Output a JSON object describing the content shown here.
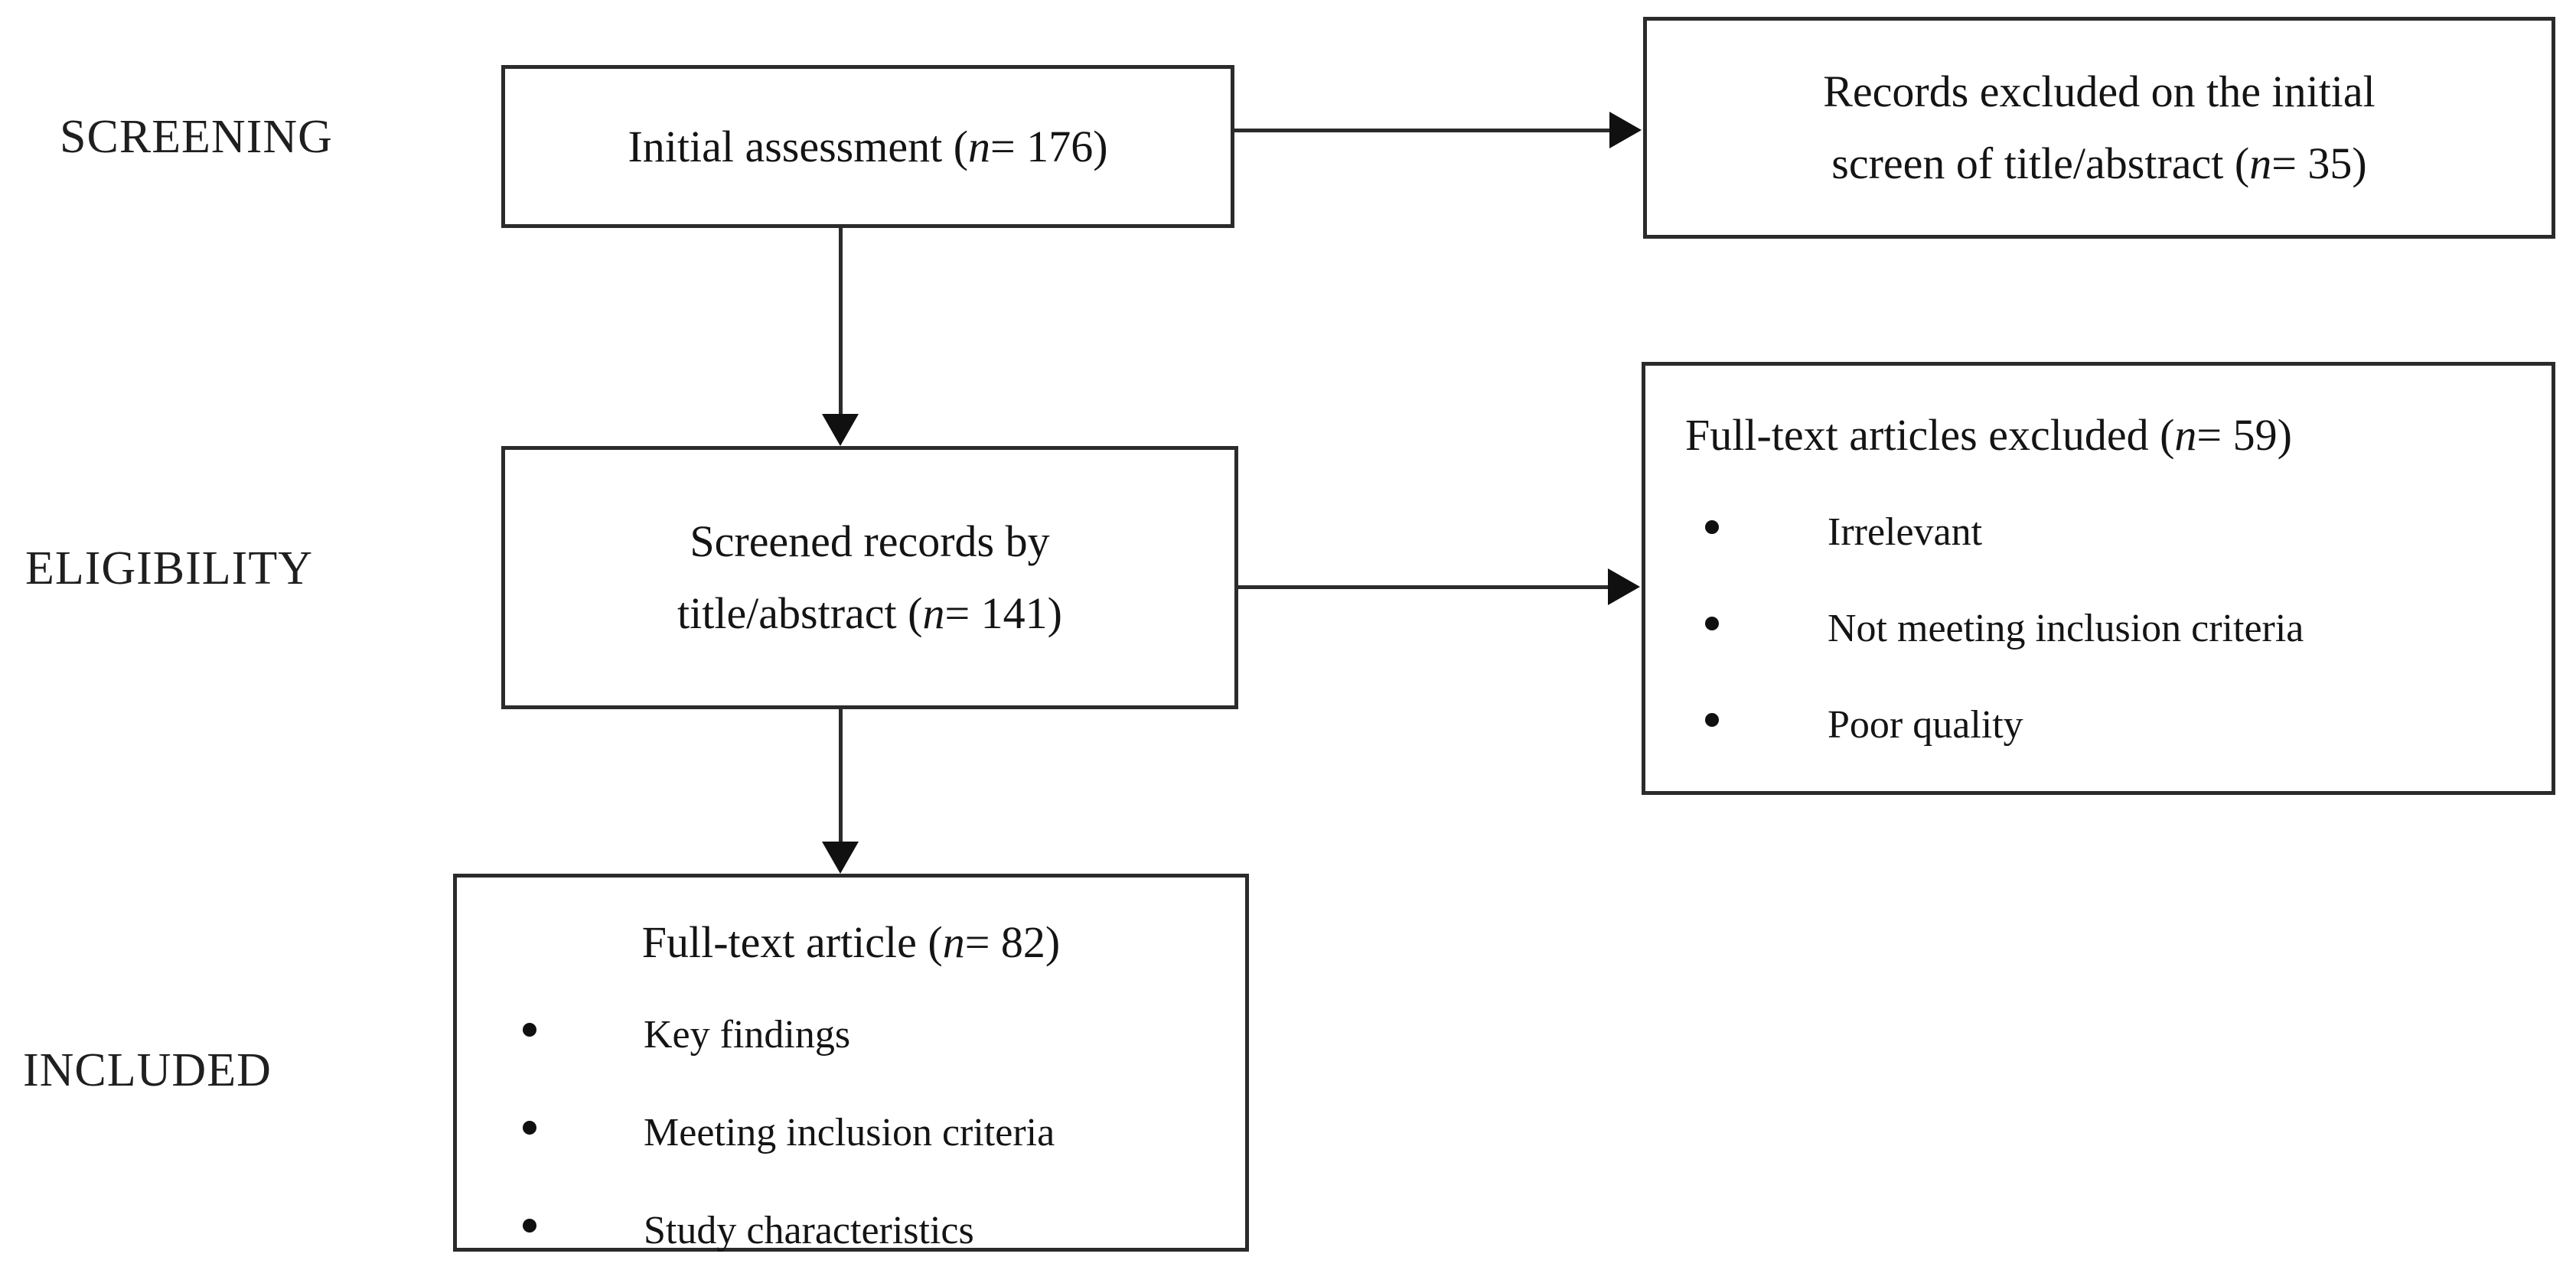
{
  "diagram": {
    "type": "prisma-flow-diagram",
    "stages": [
      {
        "id": "screening",
        "label": "SCREENING"
      },
      {
        "id": "eligibility",
        "label": "ELIGIBILITY"
      },
      {
        "id": "included",
        "label": "INCLUDED"
      }
    ],
    "boxes": {
      "initial_assessment": {
        "line1": "Initial assessment (",
        "n_symbol": "n",
        "line2": "= 176)"
      },
      "records_excluded": {
        "line1": "Records excluded on the initial",
        "line2a": "screen of title/abstract (",
        "n_symbol": "n",
        "line2b": "= 35)"
      },
      "screened_records": {
        "line1": "Screened records by",
        "line2a": "title/abstract (",
        "n_symbol": "n",
        "line2b": "= 141)"
      },
      "fulltext_excluded": {
        "title_a": "Full-text articles excluded (",
        "n_symbol": "n",
        "title_b": "= 59)",
        "reasons": [
          "Irrelevant",
          "Not meeting inclusion criteria",
          "Poor quality"
        ]
      },
      "fulltext_article": {
        "title_a": "Full-text article (",
        "n_symbol": "n",
        "title_b": "= 82)",
        "details": [
          "Key findings",
          "Meeting inclusion criteria",
          "Study characteristics"
        ]
      }
    },
    "connectors": [
      {
        "id": "initial-to-records-excluded",
        "kind": "arrow-right"
      },
      {
        "id": "initial-to-screened",
        "kind": "arrow-down"
      },
      {
        "id": "screened-to-fulltext-excluded",
        "kind": "arrow-right"
      },
      {
        "id": "screened-to-fulltext",
        "kind": "arrow-down"
      }
    ],
    "colors": {
      "background": "#ffffff",
      "box_border": "#2b2b2b",
      "text": "#141414",
      "connector": "#101010"
    }
  }
}
